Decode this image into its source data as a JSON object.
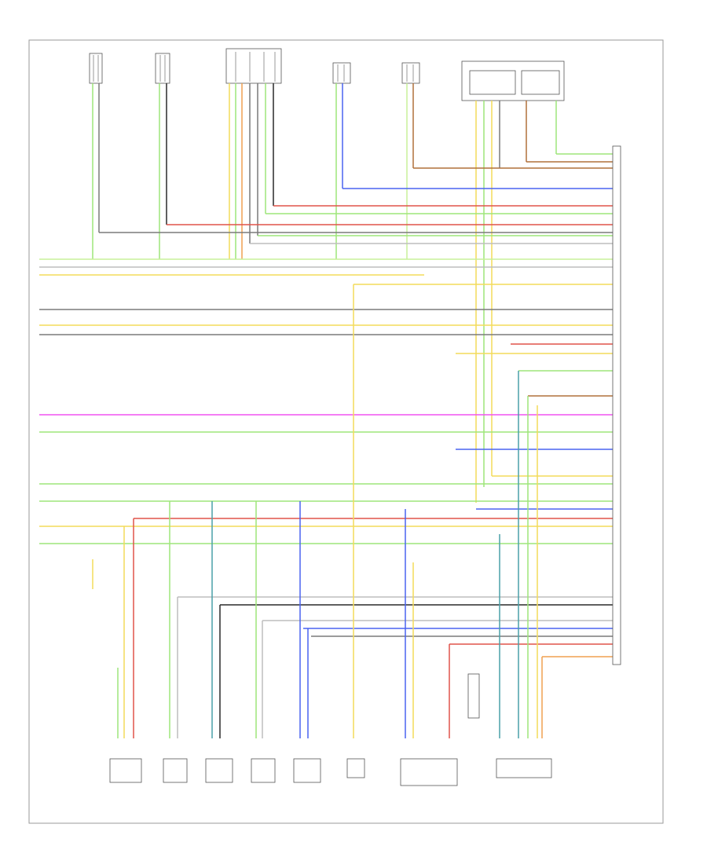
{
  "diagram": {
    "footer_code": "",
    "colors": {
      "frame": "#9a9a9a",
      "wire_green": "#9ee67a",
      "wire_yellow": "#f3dc5a",
      "wire_red": "#e0534a",
      "wire_blue": "#4a63f0",
      "wire_gray": "#7a7a7a",
      "wire_black": "#2a2a2a",
      "wire_orange": "#f0a050",
      "wire_magenta": "#f052f0",
      "wire_brown": "#b0703a",
      "wire_light_gray": "#bdbdbd",
      "wire_teal": "#4aa0a8",
      "wire_light_green": "#c8f09a",
      "wire_pink": "#f0a0b0",
      "wire_tan": "#d9c08a"
    },
    "top_components": [
      {
        "id": "top-sensor-1",
        "label": ""
      },
      {
        "id": "top-sensor-2",
        "label": ""
      },
      {
        "id": "top-sensor-3",
        "label": ""
      },
      {
        "id": "top-sensor-4",
        "label": ""
      },
      {
        "id": "top-sensor-5",
        "label": ""
      },
      {
        "id": "top-relay",
        "label": ""
      }
    ],
    "right_connector": {
      "label": ""
    },
    "bottom_components": [
      {
        "id": "bottom-1",
        "label": ""
      },
      {
        "id": "bottom-2",
        "label": ""
      },
      {
        "id": "bottom-3",
        "label": ""
      },
      {
        "id": "bottom-4",
        "label": ""
      },
      {
        "id": "bottom-5",
        "label": ""
      },
      {
        "id": "bottom-6",
        "label": ""
      },
      {
        "id": "bottom-7",
        "label": ""
      },
      {
        "id": "bottom-8",
        "label": ""
      },
      {
        "id": "bottom-9",
        "label": ""
      }
    ]
  }
}
